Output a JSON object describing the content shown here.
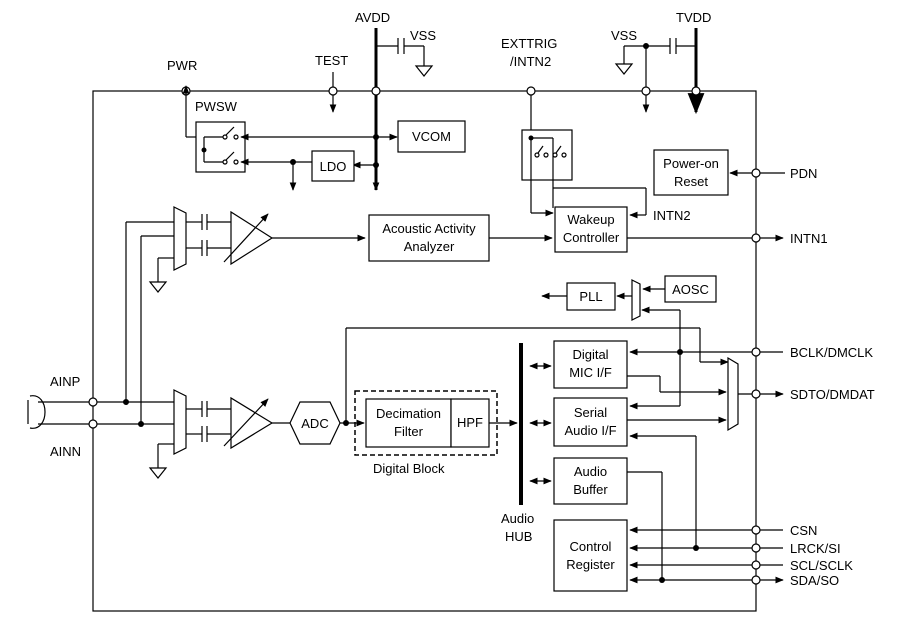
{
  "labels": {
    "avdd": "AVDD",
    "vss_top": "VSS",
    "test": "TEST",
    "pwr": "PWR",
    "exttrig_1": "EXTTRIG",
    "exttrig_2": "/INTN2",
    "vss_right": "VSS",
    "tvdd": "TVDD",
    "pwsw": "PWSW",
    "intn2": "INTN2",
    "digital_block": "Digital Block",
    "audio_hub_1": "Audio",
    "audio_hub_2": "HUB"
  },
  "blocks": {
    "vcom": "VCOM",
    "ldo": "LDO",
    "power_on_reset_1": "Power-on",
    "power_on_reset_2": "Reset",
    "acoustic_1": "Acoustic Activity",
    "acoustic_2": "Analyzer",
    "wakeup_1": "Wakeup",
    "wakeup_2": "Controller",
    "pll": "PLL",
    "aosc": "AOSC",
    "adc": "ADC",
    "decimation_1": "Decimation",
    "decimation_2": "Filter",
    "hpf": "HPF",
    "digital_mic_1": "Digital",
    "digital_mic_2": "MIC I/F",
    "serial_audio_1": "Serial",
    "serial_audio_2": "Audio I/F",
    "audio_buffer_1": "Audio",
    "audio_buffer_2": "Buffer",
    "control_register_1": "Control",
    "control_register_2": "Register"
  },
  "pins": {
    "pdn": "PDN",
    "intn1": "INTN1",
    "bclk": "BCLK/DMCLK",
    "sdto": "SDTO/DMDAT",
    "csn": "CSN",
    "lrck": "LRCK/SI",
    "scl": "SCL/SCLK",
    "sda": "SDA/SO",
    "ainp": "AINP",
    "ainn": "AINN"
  }
}
